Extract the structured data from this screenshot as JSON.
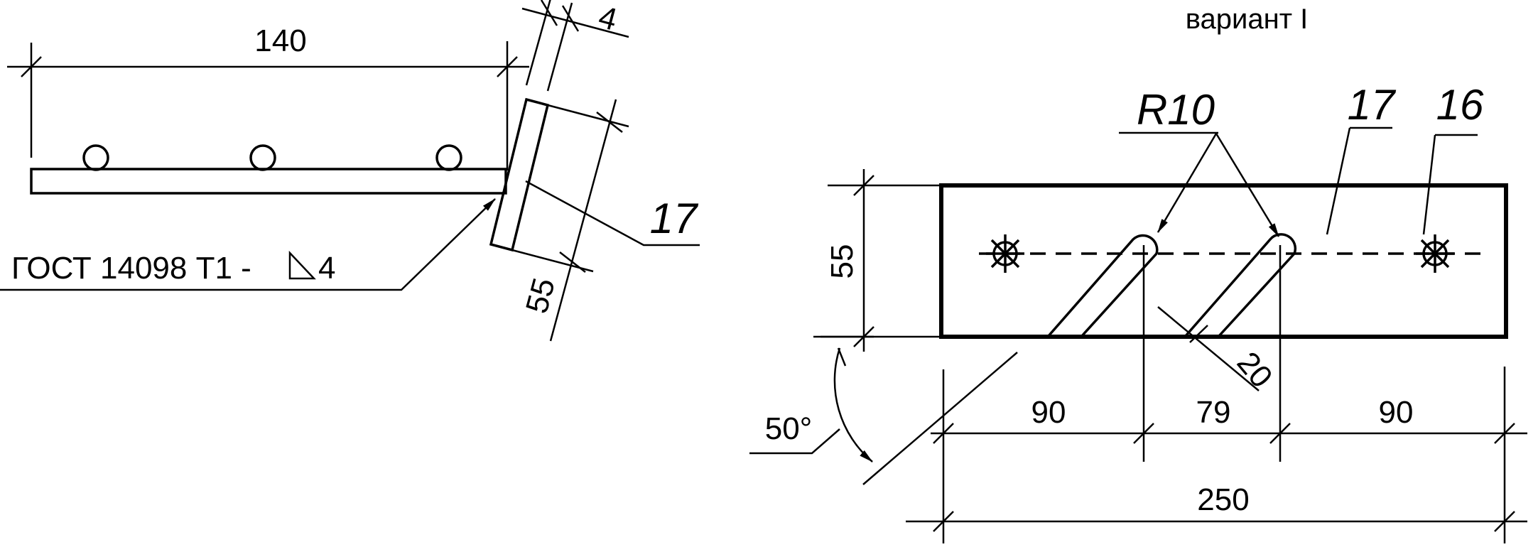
{
  "title": "вариант I",
  "left_view": {
    "dim_length": "140",
    "dim_thickness": "4",
    "dim_plate_width": "55",
    "part_label": "17",
    "weld_note_prefix": "ГОСТ 14098 Т1 -",
    "weld_note_leg": "4"
  },
  "right_view": {
    "radius_label": "R10",
    "part_label_plate": "17",
    "part_label_anchor": "16",
    "dim_height": "55",
    "dim_slot_width": "20",
    "angle": "50°",
    "dim_seg_1": "90",
    "dim_seg_2": "79",
    "dim_seg_3": "90",
    "dim_total": "250"
  }
}
